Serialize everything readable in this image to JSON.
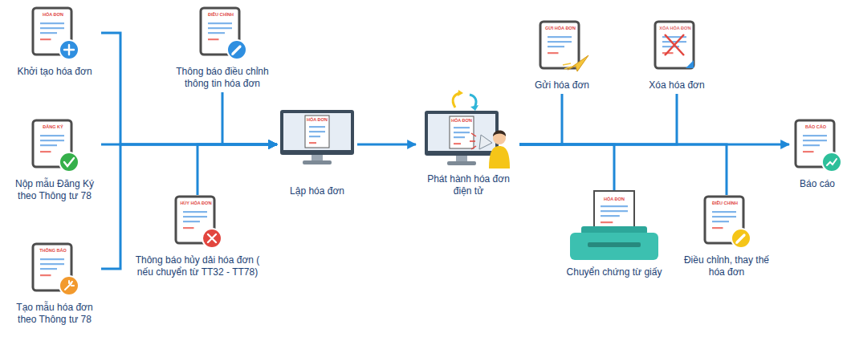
{
  "diagram": {
    "nodes": [
      {
        "text": [
          "HÓA ĐƠN",
          "Khởi tạo hóa đơn"
        ]
      },
      {
        "text": [
          "ĐĂNG KÝ",
          "Nộp mẫu Đăng Ký theo Thông tư 78"
        ]
      },
      {
        "text": [
          "THÔNG BÁO",
          "Tạo mẫu hóa đơn theo Thông tư 78"
        ]
      },
      {
        "text": [
          "ĐIỀU CHỈNH",
          "Thông báo điều chỉnh thông tin hóa đơn"
        ]
      },
      {
        "text": [
          "HỦY HÓA ĐƠN",
          "Thông báo hủy dải hóa đơn ( nếu chuyển từ TT32 - TT78)"
        ]
      },
      {
        "text": [
          "HÓA ĐƠN",
          "Lập hóa đơn"
        ]
      },
      {
        "text": [
          "HÓA ĐƠN",
          "Phát hành hóa đơn điện tử"
        ]
      },
      {
        "text": [
          "GỬI HÓA ĐƠN",
          "Gửi hóa đơn"
        ]
      },
      {
        "text": [
          "XÓA HÓA ĐƠN",
          "Xóa hóa đơn"
        ]
      },
      {
        "text": [
          "HÓA ĐƠN",
          "Chuyển chứng từ giấy"
        ]
      },
      {
        "text": [
          "ĐIỀU CHỈNH",
          "Điều chỉnh, thay thế hóa đơn"
        ]
      },
      {
        "text": [
          "BÁO CÁO",
          "Báo cáo"
        ]
      }
    ],
    "edges": [
      {
        "from": 0,
        "to": 5,
        "arrow": "to"
      },
      {
        "from": 1,
        "to": 5,
        "arrow": "to"
      },
      {
        "from": 2,
        "to": 5,
        "arrow": "to"
      },
      {
        "from": 3,
        "to": 5,
        "arrow": "to"
      },
      {
        "from": 4,
        "to": 5,
        "arrow": "to"
      },
      {
        "from": 5,
        "to": 6,
        "arrow": "to"
      },
      {
        "from": 6,
        "to": 7,
        "arrow": "none"
      },
      {
        "from": 6,
        "to": 8,
        "arrow": "none"
      },
      {
        "from": 6,
        "to": 9,
        "arrow": "none"
      },
      {
        "from": 6,
        "to": 10,
        "arrow": "none"
      },
      {
        "from": 6,
        "to": 11,
        "arrow": "to"
      }
    ]
  }
}
